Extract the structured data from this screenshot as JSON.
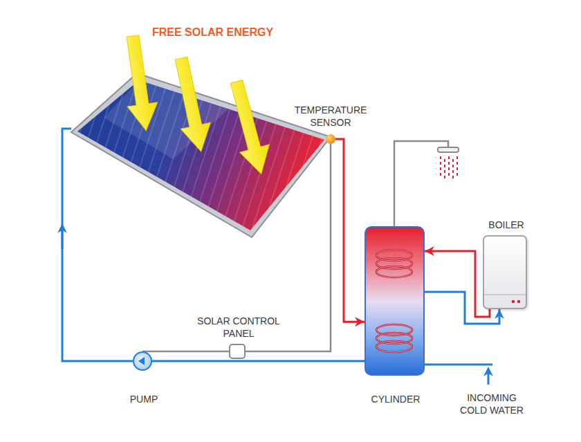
{
  "diagram": {
    "nodes": [
      {
        "text": [
          "TEMPERATURE SENSOR"
        ]
      },
      {
        "text": [
          "BOILER"
        ]
      },
      {
        "text": [
          "CYLINDER"
        ]
      },
      {
        "text": [
          "SOLAR CONTROL PANEL"
        ]
      },
      {
        "text": [
          "PUMP"
        ]
      }
    ],
    "edges": [
      {
        "from": 0,
        "to": 2,
        "arrow": "to"
      },
      {
        "from": 1,
        "to": 2,
        "arrow": "to"
      },
      {
        "from": 2,
        "to": 1,
        "arrow": "to"
      },
      {
        "from": 2,
        "to": 4,
        "arrow": "none"
      },
      {
        "from": 3,
        "to": 4,
        "arrow": "none"
      },
      {
        "from": 3,
        "to": 0,
        "arrow": "none"
      }
    ],
    "labels": [
      "FREE SOLAR ENERGY",
      "INCOMING COLD WATER"
    ]
  }
}
